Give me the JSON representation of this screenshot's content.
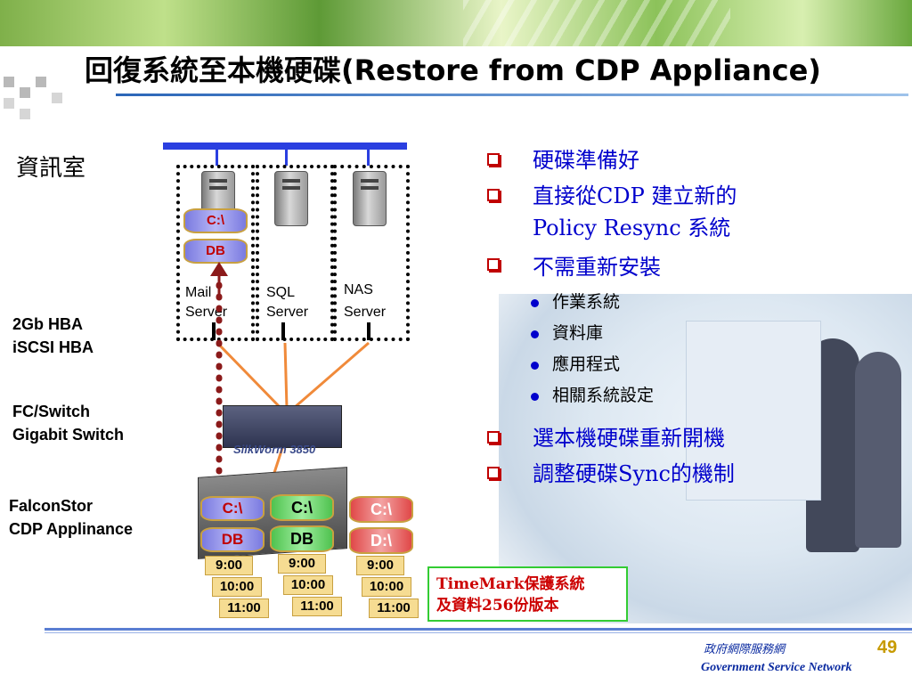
{
  "title": "回復系統至本機硬碟(Restore from CDP Appliance)",
  "room_label": "資訊室",
  "left_labels": {
    "hba": [
      "2Gb HBA",
      "iSCSI HBA"
    ],
    "switch": [
      "FC/Switch",
      "Gigabit Switch"
    ],
    "appliance": [
      "FalconStor",
      "CDP Applinance"
    ]
  },
  "servers": [
    {
      "label1": "Mail",
      "label2": "Server"
    },
    {
      "label1": "SQL",
      "label2": "Server"
    },
    {
      "label1": "NAS",
      "label2": "Server"
    }
  ],
  "mail_volumes": {
    "c": "C:\\",
    "db": "DB"
  },
  "switch_model": "SilkWorm 3850",
  "appliance_volumes": [
    {
      "top": "C:\\",
      "bottom": "DB",
      "times": [
        "9:00",
        "10:00",
        "11:00"
      ]
    },
    {
      "top": "C:\\",
      "bottom": "DB",
      "times": [
        "9:00",
        "10:00",
        "11:00"
      ]
    },
    {
      "top": "C:\\",
      "bottom": "D:\\",
      "times": [
        "9:00",
        "10:00",
        "11:00"
      ]
    }
  ],
  "bullets": [
    {
      "text": "硬碟準備好"
    },
    {
      "text": "直接從CDP 建立新的",
      "text2": "Policy Resync 系統"
    },
    {
      "text": "不需重新安裝"
    }
  ],
  "sub_bullets": [
    "作業系統",
    "資料庫",
    "應用程式",
    "相關系統設定"
  ],
  "bullets2": [
    "選本機硬碟重新開機",
    "調整硬碟Sync的機制"
  ],
  "timemark": [
    "TimeMark保護系統",
    "及資料256份版本"
  ],
  "footer": {
    "cn": "政府網際服務網",
    "en": "Government Service Network",
    "page": "49"
  },
  "colors": {
    "bullet_text": "#0000cc",
    "bullet_box": "#c00000",
    "timemark_border": "#33cc33",
    "page_no": "#c79a00"
  }
}
